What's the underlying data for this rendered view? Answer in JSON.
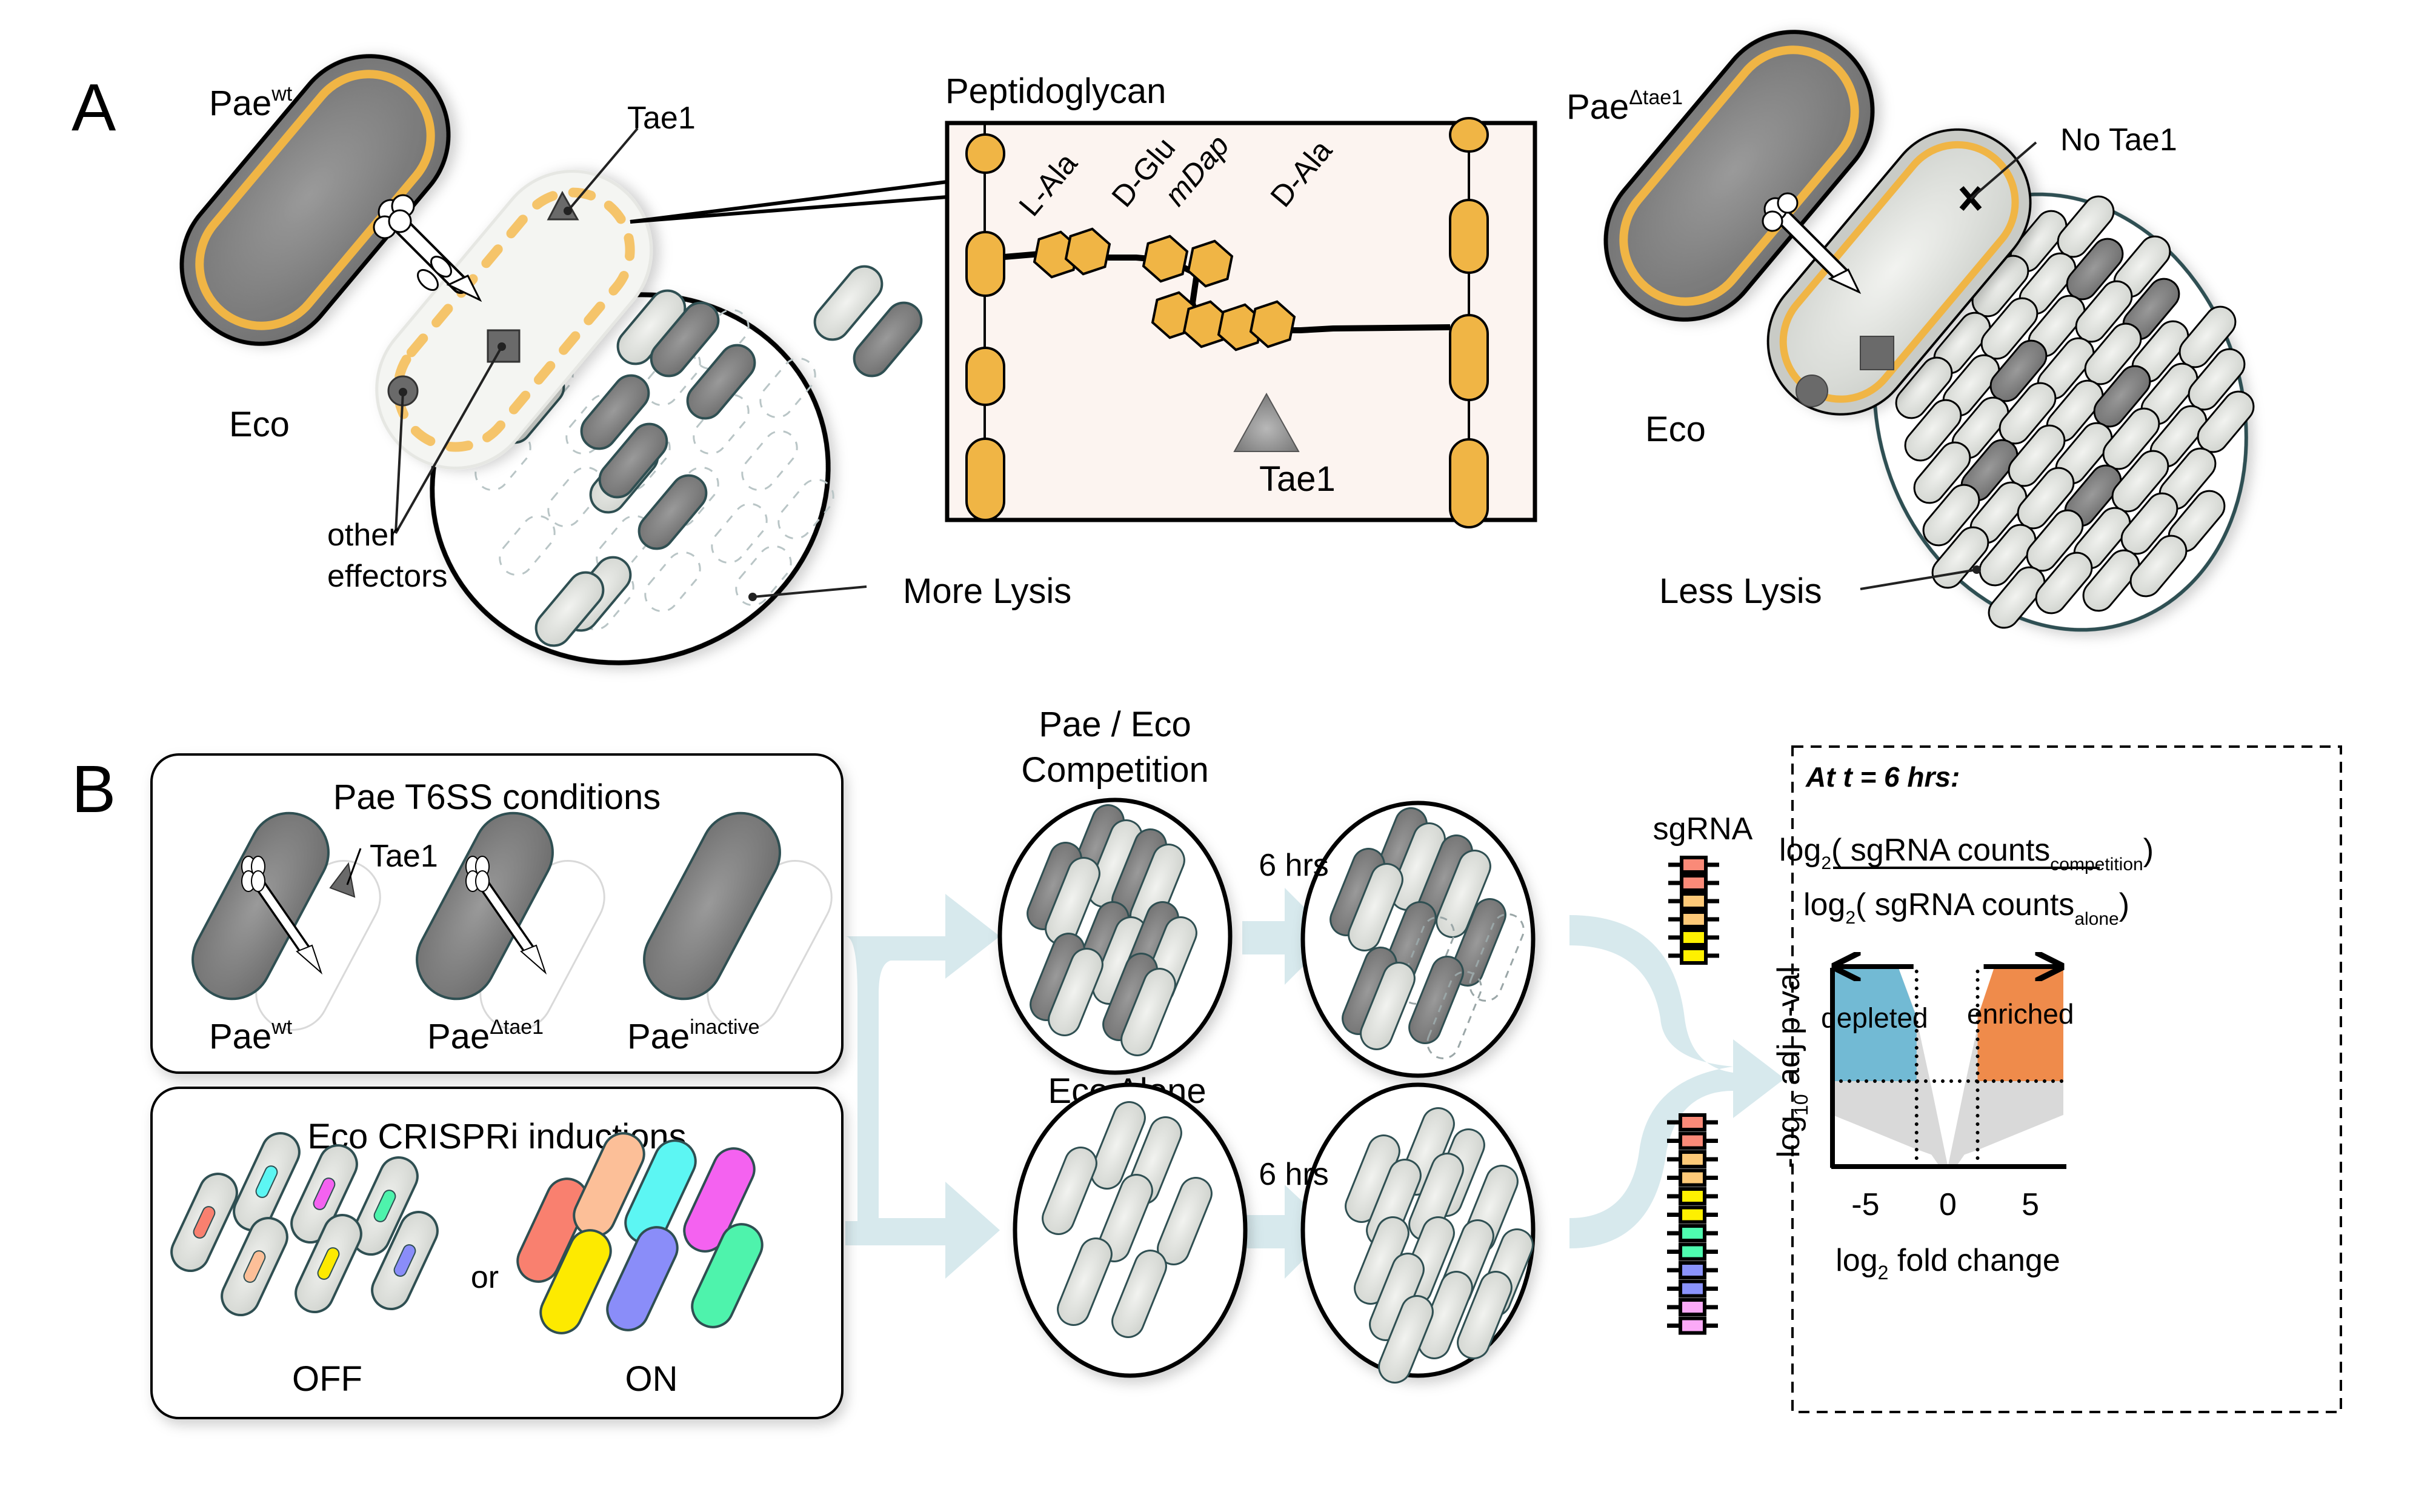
{
  "figure": {
    "panels": [
      {
        "letter": "A",
        "wildtype": {
          "attacker_label": "Pae",
          "attacker_superscript": "wt",
          "target_label": "Eco",
          "effector_label": "Tae1",
          "other_effectors_label_line1": "other",
          "other_effectors_label_line2": "effectors",
          "outcome_label": "More Lysis"
        },
        "inset": {
          "title": "Peptidoglycan",
          "residues": [
            "L-Ala",
            "D-Glu",
            "mDap",
            "D-Ala"
          ],
          "residue_prefixes": [
            "L",
            "D",
            "",
            "D"
          ],
          "residue_names": [
            "-Ala",
            "-Glu",
            "mDap",
            "-Ala"
          ],
          "enzyme_label": "Tae1"
        },
        "mutant": {
          "attacker_label": "Pae",
          "attacker_superscript": "Δtae1",
          "target_label": "Eco",
          "effector_label": "No Tae1",
          "outcome_label": "Less Lysis"
        }
      },
      {
        "letter": "B",
        "t6ss_box": {
          "title": "Pae T6SS conditions",
          "effector_label": "Tae1",
          "strains": [
            {
              "base": "Pae",
              "superscript": "wt"
            },
            {
              "base": "Pae",
              "superscript": "Δtae1"
            },
            {
              "base": "Pae",
              "superscript": "inactive"
            }
          ]
        },
        "crispri_box": {
          "title": "Eco CRISPRi inductions",
          "connector": "or",
          "states": [
            "OFF",
            "ON"
          ],
          "guide_colors": [
            "#f9806f",
            "#fcbf98",
            "#5cf6f3",
            "#f462f0",
            "#fdea00",
            "#8a8df9",
            "#4ef3ac"
          ]
        },
        "competition": {
          "title_line1": "Pae / Eco",
          "title_line2": "Competition",
          "duration": "6 hrs"
        },
        "alone": {
          "title": "Eco Alone",
          "duration": "6 hrs"
        },
        "sgrna": {
          "label": "sgRNA",
          "competition_colors": [
            "#fa8a78",
            "#fa8a78",
            "#fdc978",
            "#fdc978",
            "#fef000",
            "#fef000"
          ],
          "alone_colors": [
            "#fa8a78",
            "#fa8a78",
            "#fdc978",
            "#fdc978",
            "#fef000",
            "#fef000",
            "#4efdb0",
            "#4efdb0",
            "#8a93fb",
            "#8a93fb",
            "#fbaaf7",
            "#fbaaf7"
          ]
        },
        "analysis": {
          "heading": "At t = 6 hrs:",
          "formula": {
            "numerator_prefix": "log",
            "numerator_base": "2",
            "numerator_body": "( sgRNA counts",
            "numerator_sub": "competition",
            "numerator_close": ")",
            "denominator_prefix": "log",
            "denominator_base": "2",
            "denominator_body": "( sgRNA counts",
            "denominator_sub": "alone",
            "denominator_close": ")"
          }
        }
      }
    ],
    "colors": {
      "pae_gray": "#7a7a7a",
      "eco_light": "#e6e8e4",
      "peptidoglycan_orange": "#f0b545",
      "flow_arrow": "#d7e9ed",
      "depleted_blue": "#72bad4",
      "enriched_orange": "#ef8b4b",
      "nonsig_gray": "#d9d9d9",
      "inset_bg": "#fcf4f0"
    }
  },
  "chart_data": {
    "type": "area",
    "title": "",
    "xlabel": "log2 fold change",
    "xlabel_base": "log",
    "xlabel_sub": "2",
    "xlabel_rest": " fold change",
    "ylabel": "-log10 adj p-val",
    "ylabel_prefix": "-log",
    "ylabel_sub": "10",
    "ylabel_rest": " adj p-val",
    "x_ticks": [
      -5,
      0,
      5
    ],
    "x_tick_labels": [
      "-5",
      "0",
      "5"
    ],
    "xlim": [
      -7,
      7
    ],
    "ylim": [
      0,
      10
    ],
    "fold_change_thresholds": [
      -1.9,
      1.8
    ],
    "significance_threshold": 4.3,
    "regions": [
      {
        "name": "depleted",
        "label": "depleted",
        "color": "#72bad4"
      },
      {
        "name": "enriched",
        "label": "enriched",
        "color": "#ef8b4b"
      },
      {
        "name": "not significant",
        "label": "",
        "color": "#d9d9d9"
      }
    ],
    "envelope_upper": {
      "x": [
        -7,
        -3,
        -2,
        -1,
        0,
        1,
        2,
        2.8,
        7
      ],
      "y": [
        10,
        10,
        7.8,
        4.0,
        0,
        4.0,
        7.8,
        10,
        10
      ]
    },
    "envelope_lower": {
      "x": [
        -7,
        -2,
        -1,
        -0.5,
        0.5,
        1,
        2,
        7
      ],
      "y": [
        2.6,
        0.9,
        0.6,
        0,
        0,
        0.6,
        0.9,
        2.6
      ]
    },
    "grid": false,
    "legend": "none"
  }
}
